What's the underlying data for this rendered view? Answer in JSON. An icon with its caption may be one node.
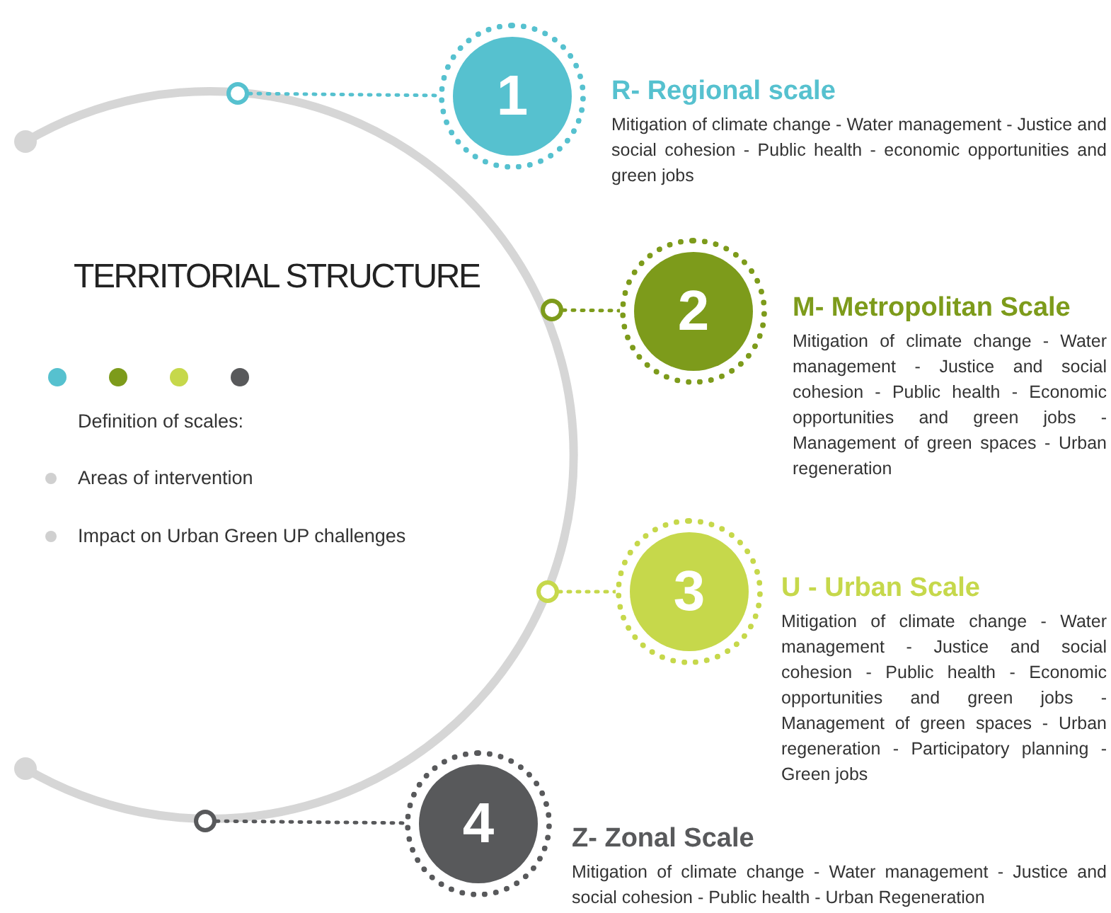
{
  "diagram": {
    "title": "TERRITORIAL STRUCTURE",
    "nodes": [
      {
        "text": [],
        "shape": "circle"
      },
      {
        "text": [
          "1"
        ],
        "beside": [
          "R- Regional scale",
          "Mitigation of climate change - Water management - Justice and social cohesion - Public health - economic opportunities and green jobs"
        ]
      },
      {
        "text": [],
        "shape": "circle"
      },
      {
        "text": [
          "2"
        ],
        "beside": [
          "M- Metropolitan Scale",
          "Mitigation of climate change - Water management - Justice and social cohesion - Public health - Economic opportunities and green jobs - Management of green spaces - Urban regeneration"
        ]
      },
      {
        "text": [],
        "shape": "circle"
      },
      {
        "text": [
          "3"
        ],
        "beside": [
          "U - Urban Scale",
          "Mitigation of climate change - Water management - Justice and social cohesion - Public health - Economic opportunities and green jobs - Management of green spaces - Urban regeneration - Participatory planning - Green jobs"
        ]
      },
      {
        "text": [],
        "shape": "circle"
      },
      {
        "text": [
          "4"
        ],
        "beside": [
          "Z- Zonal Scale",
          "Mitigation of climate change - Water management - Justice and social cohesion - Public health - Urban Regeneration"
        ]
      }
    ],
    "edges": [
      {
        "from": 0,
        "to": 1,
        "arrow": "none",
        "color": "#56c1cf"
      },
      {
        "from": 2,
        "to": 3,
        "arrow": "none",
        "color": "#7d9b1b"
      },
      {
        "from": 4,
        "to": 5,
        "arrow": "none",
        "color": "#c6d84b"
      },
      {
        "from": 6,
        "to": 7,
        "arrow": "none",
        "color": "#58595b"
      }
    ],
    "labels": [
      "Definition of scales:",
      "Areas of intervention",
      "Impact on Urban Green UP challenges"
    ]
  }
}
